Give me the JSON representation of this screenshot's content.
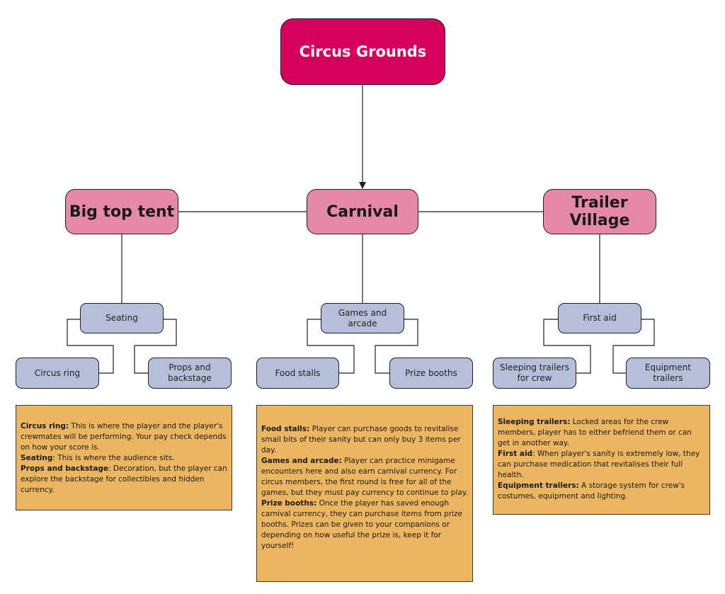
{
  "root": {
    "label": "Circus Grounds"
  },
  "areas": [
    {
      "label": "Big top tent",
      "hub": "Seating",
      "left": "Circus ring",
      "right": "Props and backstage",
      "notes": [
        {
          "term": "Circus ring:",
          "text": " This is where the player and the player's crewmates will be performing. Your pay check depends on how your score is."
        },
        {
          "term": "Seating",
          "text": ": This is where the audience sits."
        },
        {
          "term": "Props and backstage",
          "text": ": Decoration, but the player can explore the backstage for collectibles and hidden currency."
        }
      ]
    },
    {
      "label": "Carnival",
      "hub": "Games and arcade",
      "left": "Food stalls",
      "right": "Prize booths",
      "notes": [
        {
          "term": "Food stalls:",
          "text": " Player can purchase goods to revitalise small bits of their sanity but can only buy 3 items per day."
        },
        {
          "term": "Games and arcade:",
          "text": " Player can practice minigame encounters here and also earn carnival currency. For circus members, the first round is free for all of the games, but they must pay currency to continue to play."
        },
        {
          "term": "Prize booths:",
          "text": " Once the player has saved enough carnival currency, they can purchase items from prize booths. Prizes can be given to your companions or depending on how useful the prize is, keep it for yourself!"
        }
      ]
    },
    {
      "label": "Trailer Village",
      "hub": "First aid",
      "left": "Sleeping trailers for crew",
      "right": "Equipment trailers",
      "notes": [
        {
          "term": "Sleeping trailers:",
          "text": " Locked areas for the crew members, player has to either befriend them or can get in another way."
        },
        {
          "term": "First aid",
          "text": ": When player's sanity is extremely low, they can purchase medication that revitalises their full health."
        },
        {
          "term": "Equipment trailers:",
          "text": " A storage system for crew's costumes, equipment and lighting."
        }
      ]
    }
  ],
  "colors": {
    "root": "#d6005d",
    "area": "#e688a8",
    "sub": "#b5bfd9",
    "note": "#ebb65f"
  }
}
